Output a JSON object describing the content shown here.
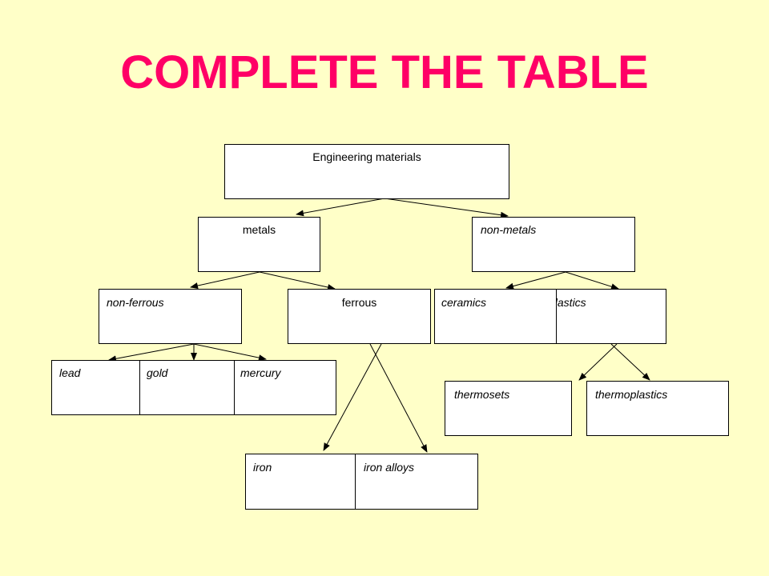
{
  "title": "COMPLETE THE TABLE",
  "nodes": {
    "engineering": "Engineering materials",
    "metals": "metals",
    "non_metals": "non-metals",
    "non_ferrous": "non-ferrous",
    "ferrous": "ferrous",
    "ceramics": "ceramics",
    "plastics": "plastics",
    "lead": "lead",
    "gold": "gold",
    "mercury": "mercury",
    "iron": "iron",
    "iron_alloys": "iron alloys",
    "thermosets": "thermosets",
    "thermoplastics": "thermoplastics"
  },
  "colors": {
    "background": "#FFFFC8",
    "title": "#FF0066"
  }
}
